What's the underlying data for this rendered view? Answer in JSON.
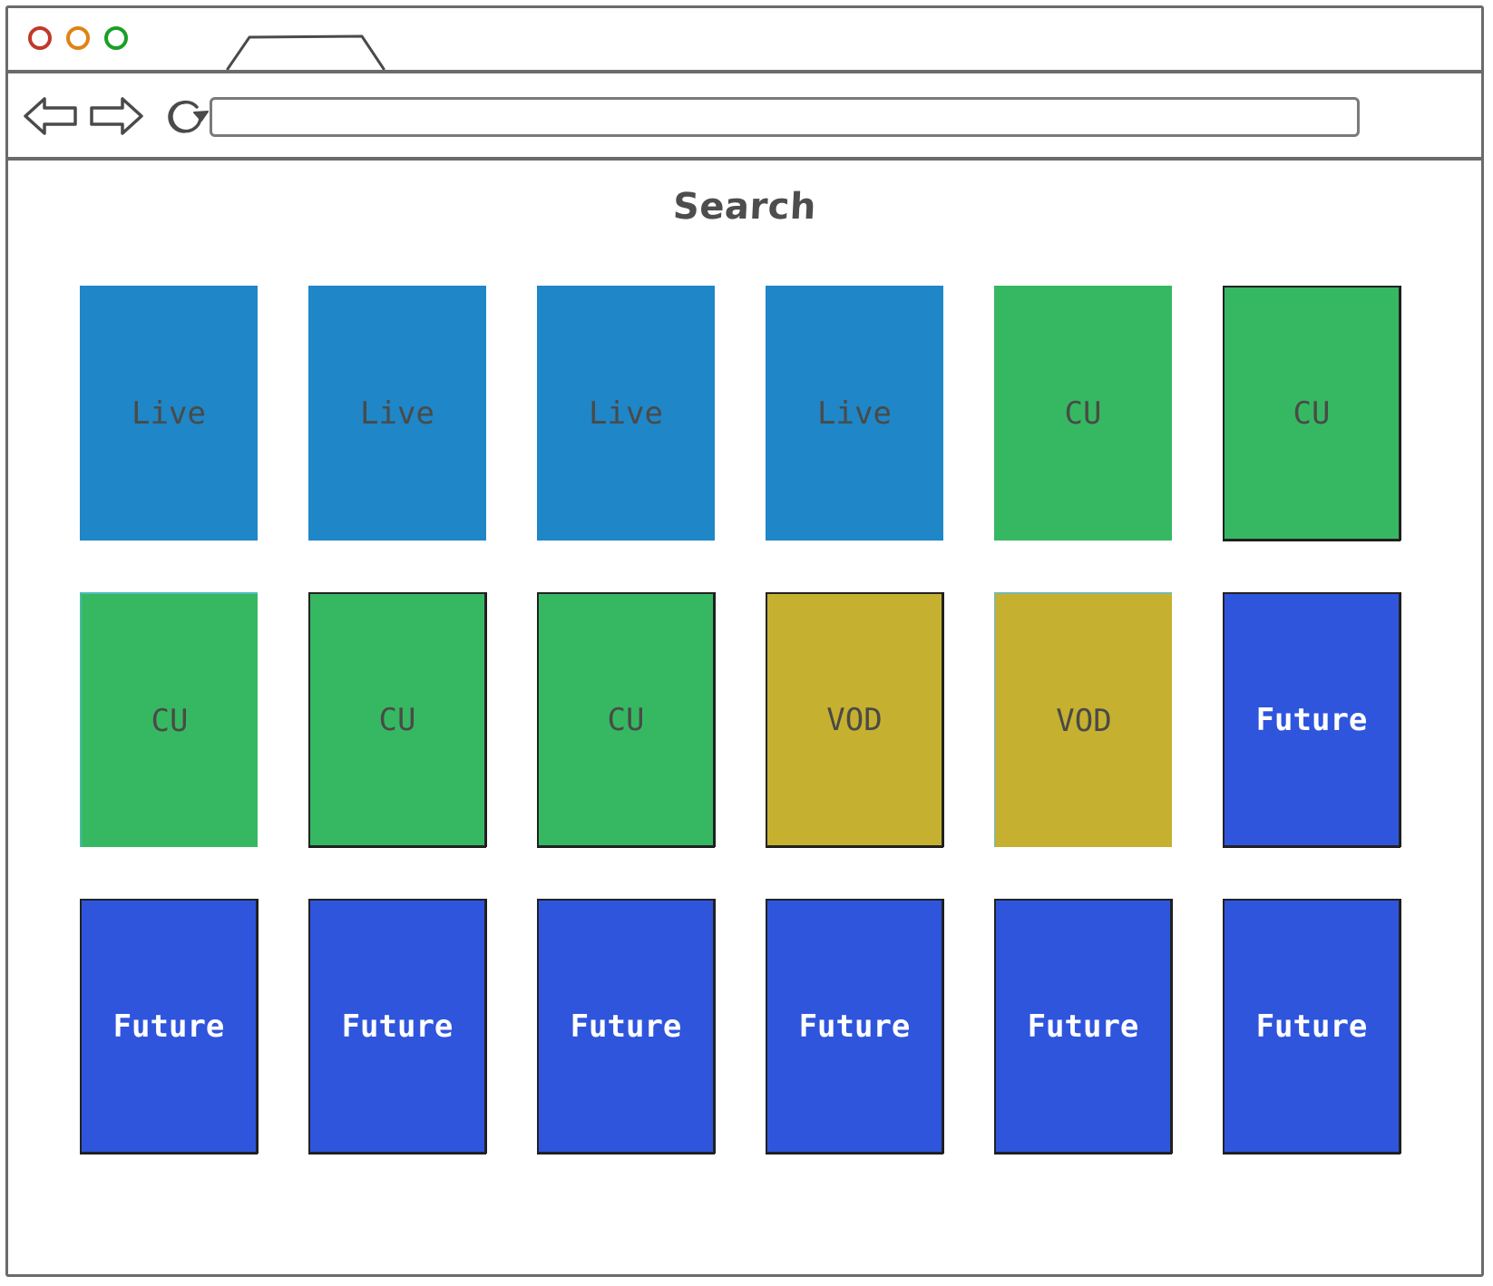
{
  "window": {
    "traffic_lights": [
      {
        "name": "close-button",
        "color": "#c0392b"
      },
      {
        "name": "minimize-button",
        "color": "#e08214"
      },
      {
        "name": "maximize-button",
        "color": "#18a024"
      }
    ],
    "tab_label": "",
    "toolbar": {
      "back_icon": "back-arrow-icon",
      "forward_icon": "forward-arrow-icon",
      "reload_icon": "reload-icon",
      "url_value": "",
      "url_placeholder": ""
    }
  },
  "page": {
    "title": "Search"
  },
  "grid": {
    "columns": 6,
    "rows": 3,
    "tiles": [
      {
        "label": "Live",
        "type": "live",
        "edge": "edge-none"
      },
      {
        "label": "Live",
        "type": "live",
        "edge": "edge-none"
      },
      {
        "label": "Live",
        "type": "live",
        "edge": "edge-none"
      },
      {
        "label": "Live",
        "type": "live",
        "edge": "edge-none"
      },
      {
        "label": "CU",
        "type": "cu",
        "edge": "edge-none"
      },
      {
        "label": "CU",
        "type": "cu",
        "edge": "edge-dark"
      },
      {
        "label": "CU",
        "type": "cu",
        "edge": "edge-light"
      },
      {
        "label": "CU",
        "type": "cu",
        "edge": "edge-dark"
      },
      {
        "label": "CU",
        "type": "cu",
        "edge": "edge-dark"
      },
      {
        "label": "VOD",
        "type": "vod",
        "edge": "edge-dark"
      },
      {
        "label": "VOD",
        "type": "vod",
        "edge": "edge-light"
      },
      {
        "label": "Future",
        "type": "future",
        "edge": "edge-dark"
      },
      {
        "label": "Future",
        "type": "future",
        "edge": "edge-dark"
      },
      {
        "label": "Future",
        "type": "future",
        "edge": "edge-dark"
      },
      {
        "label": "Future",
        "type": "future",
        "edge": "edge-dark"
      },
      {
        "label": "Future",
        "type": "future",
        "edge": "edge-dark"
      },
      {
        "label": "Future",
        "type": "future",
        "edge": "edge-dark"
      },
      {
        "label": "Future",
        "type": "future",
        "edge": "edge-dark"
      }
    ]
  },
  "colors": {
    "live": "#1f86c8",
    "cu": "#36b862",
    "vod": "#c6b02f",
    "future": "#2f55dd",
    "chrome": "#6b6b6b",
    "title_text": "#4d4d4d",
    "tile_text": "#4a4a46",
    "future_text": "#ffffff"
  }
}
